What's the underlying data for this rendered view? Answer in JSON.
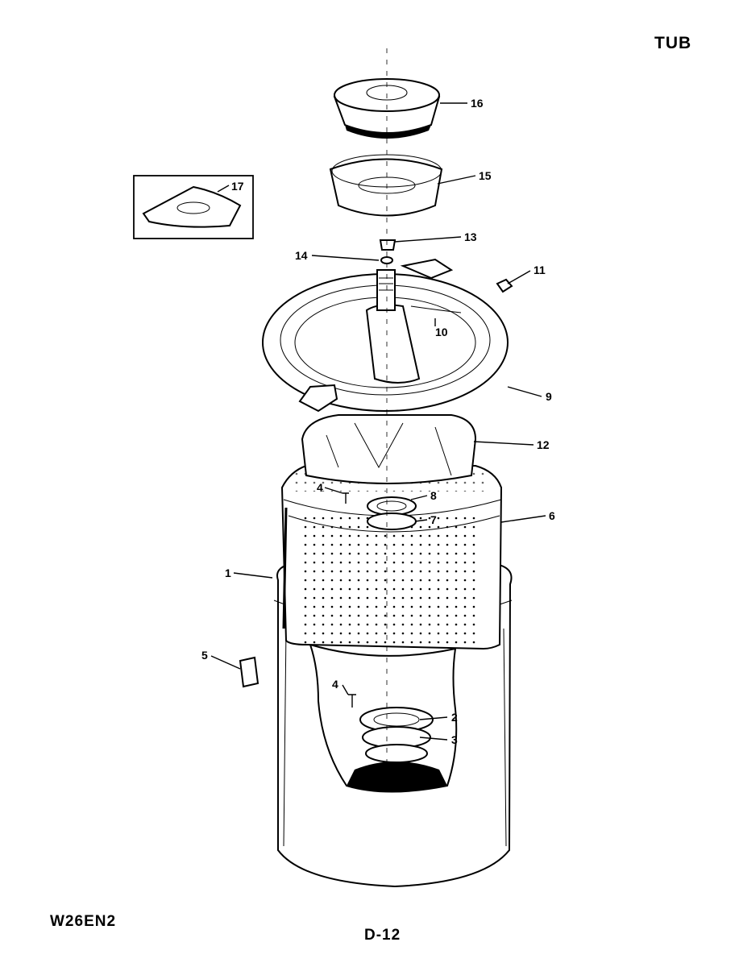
{
  "header": {
    "title": "TUB"
  },
  "footer": {
    "model": "W26EN2",
    "page": "D-12"
  },
  "callouts": [
    {
      "id": "c1",
      "label": "1"
    },
    {
      "id": "c2",
      "label": "2"
    },
    {
      "id": "c3",
      "label": "3"
    },
    {
      "id": "c4a",
      "label": "4"
    },
    {
      "id": "c4b",
      "label": "4"
    },
    {
      "id": "c5",
      "label": "5"
    },
    {
      "id": "c6",
      "label": "6"
    },
    {
      "id": "c7",
      "label": "7"
    },
    {
      "id": "c8",
      "label": "8"
    },
    {
      "id": "c9",
      "label": "9"
    },
    {
      "id": "c10",
      "label": "10"
    },
    {
      "id": "c11",
      "label": "11"
    },
    {
      "id": "c12",
      "label": "12"
    },
    {
      "id": "c13",
      "label": "13"
    },
    {
      "id": "c14",
      "label": "14"
    },
    {
      "id": "c15",
      "label": "15"
    },
    {
      "id": "c16",
      "label": "16"
    },
    {
      "id": "c17",
      "label": "17"
    }
  ]
}
